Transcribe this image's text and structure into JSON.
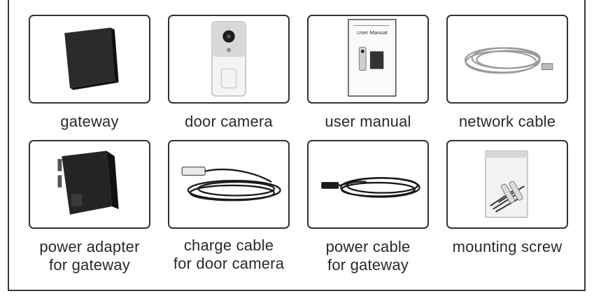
{
  "items": [
    {
      "name": "gateway",
      "lines": [
        "gateway"
      ]
    },
    {
      "name": "door-camera",
      "lines": [
        "door camera"
      ]
    },
    {
      "name": "user-manual",
      "lines": [
        "user manual"
      ],
      "manual_title": "User Manual"
    },
    {
      "name": "network-cable",
      "lines": [
        "network cable"
      ]
    },
    {
      "name": "power-adapter",
      "lines": [
        "power adapter",
        "for gateway"
      ]
    },
    {
      "name": "charge-cable",
      "lines": [
        "charge cable",
        "for door camera"
      ]
    },
    {
      "name": "power-cable",
      "lines": [
        "power cable",
        "for gateway"
      ]
    },
    {
      "name": "mounting-screw",
      "lines": [
        "mounting screw"
      ]
    }
  ]
}
